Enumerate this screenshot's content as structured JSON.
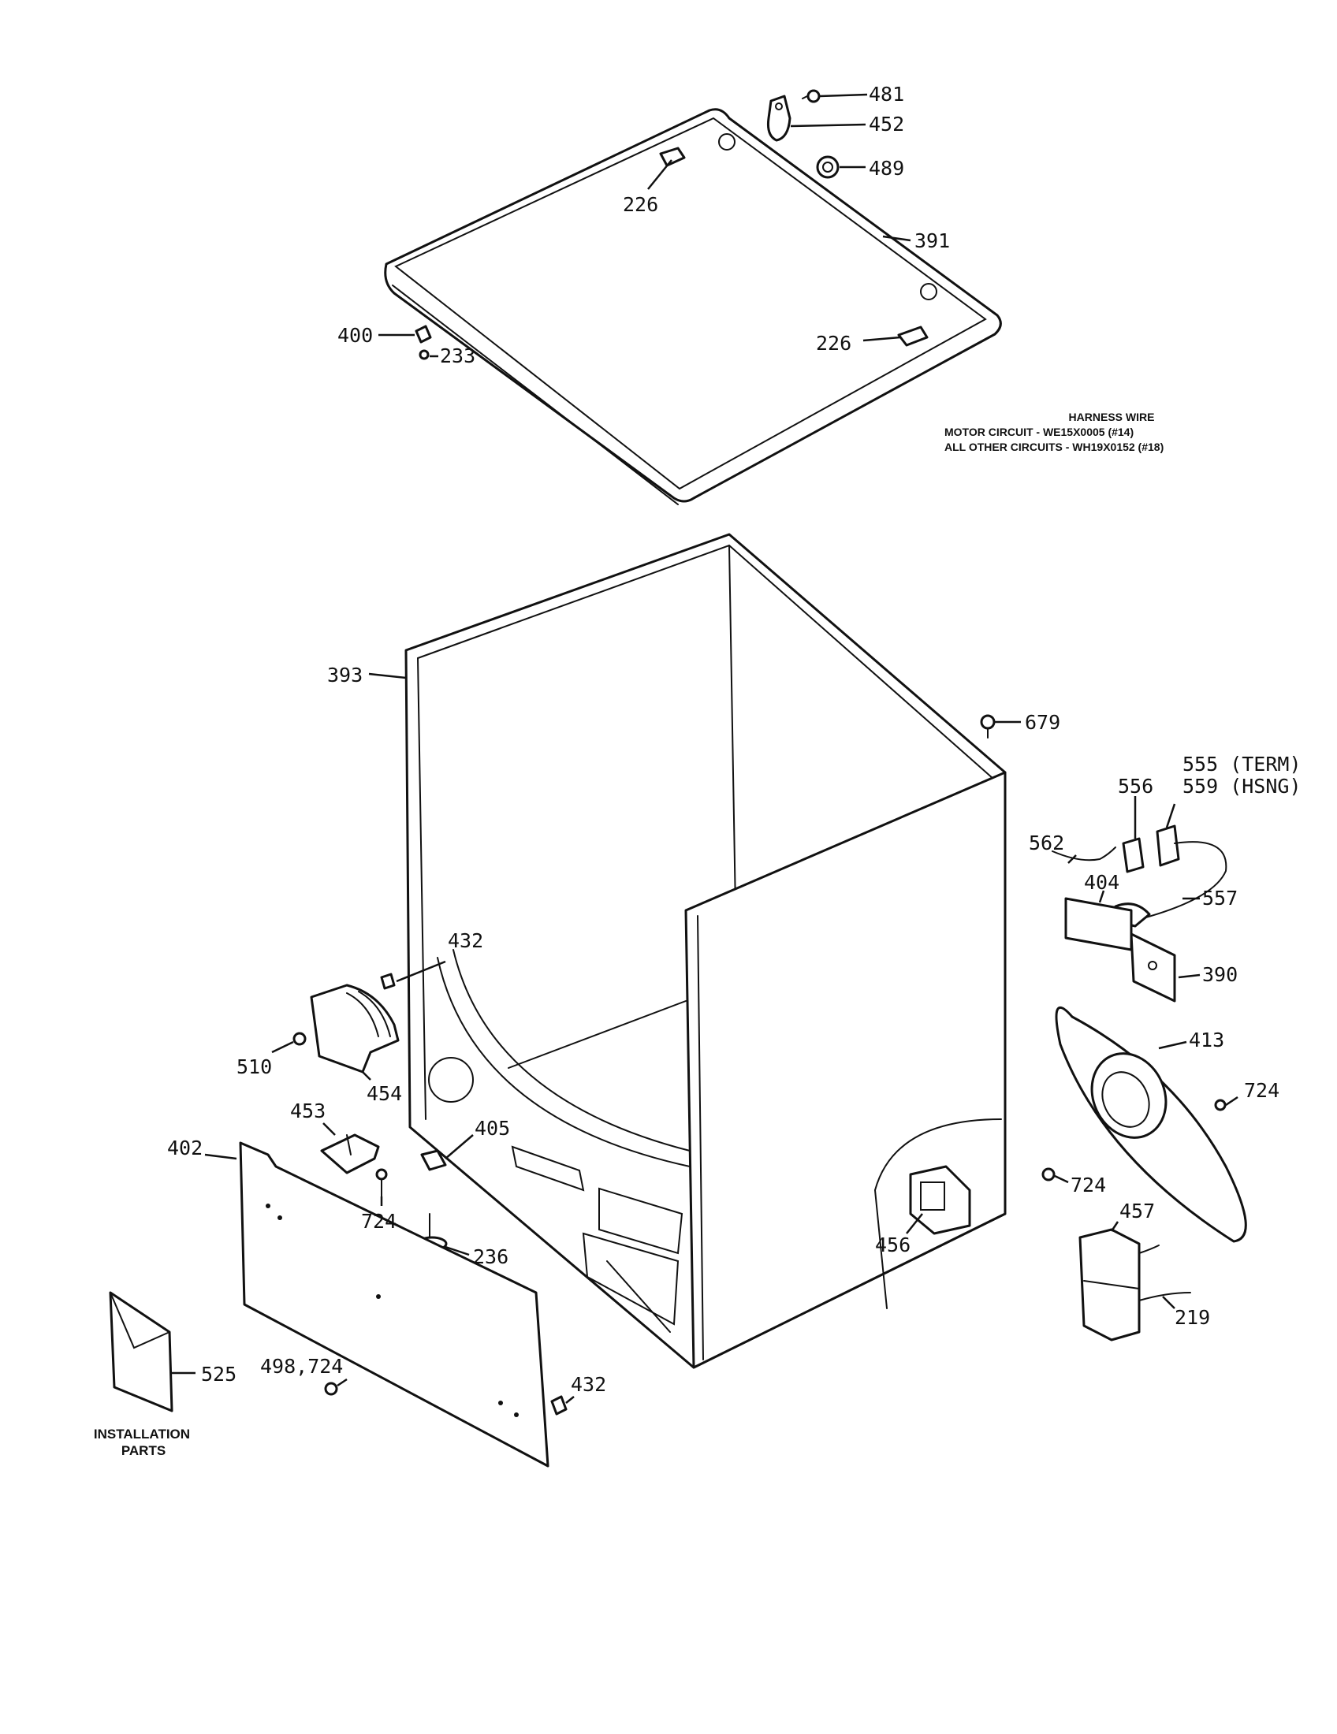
{
  "harness_note": {
    "title": "HARNESS WIRE",
    "line1": "MOTOR CIRCUIT - WE15X0005 (#14)",
    "line2": "ALL OTHER CIRCUITS - WH19X0152 (#18)"
  },
  "installation_note": {
    "line1": "INSTALLATION",
    "line2": "PARTS"
  },
  "callouts": {
    "c481": "481",
    "c452": "452",
    "c489": "489",
    "c226a": "226",
    "c391": "391",
    "c400": "400",
    "c233": "233",
    "c226b": "226",
    "c393": "393",
    "c679": "679",
    "c555": "555 (TERM)",
    "c559": "559 (HSNG)",
    "c556": "556",
    "c562": "562",
    "c404": "404",
    "c557": "557",
    "c432a": "432",
    "c390": "390",
    "c413": "413",
    "c510": "510",
    "c454": "454",
    "c724a": "724",
    "c453": "453",
    "c402": "402",
    "c405": "405",
    "c724b": "724",
    "c724c": "724",
    "c236": "236",
    "c456": "456",
    "c457": "457",
    "c219": "219",
    "c498": "498,724",
    "c432b": "432",
    "c525": "525"
  }
}
